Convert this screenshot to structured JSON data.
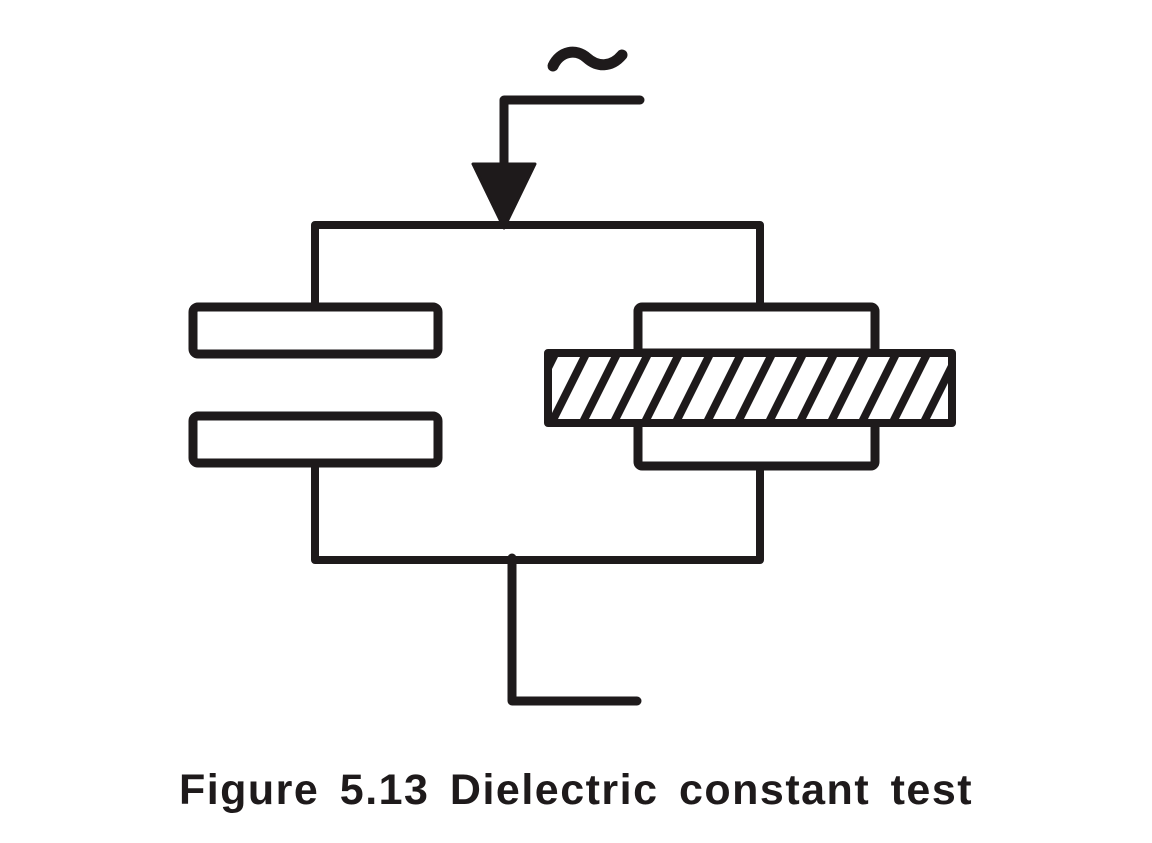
{
  "figure": {
    "caption": "Figure 5.13 Dielectric constant test"
  },
  "diagram": {
    "type": "circuit-schematic",
    "colors": {
      "line": "#1e1a1b",
      "background": "#ffffff",
      "plate_fill": "#ffffff"
    },
    "icons": {
      "ac_source": "tilde-wave-icon",
      "feed": "down-arrow-icon"
    },
    "symbols": {
      "ac_source_glyph": "~"
    },
    "components": {
      "left_capacitor": "parallel-plate-capacitor",
      "right_capacitor": "parallel-plate-capacitor-with-sample",
      "sample_fill_style": "diagonal-hatch"
    }
  }
}
